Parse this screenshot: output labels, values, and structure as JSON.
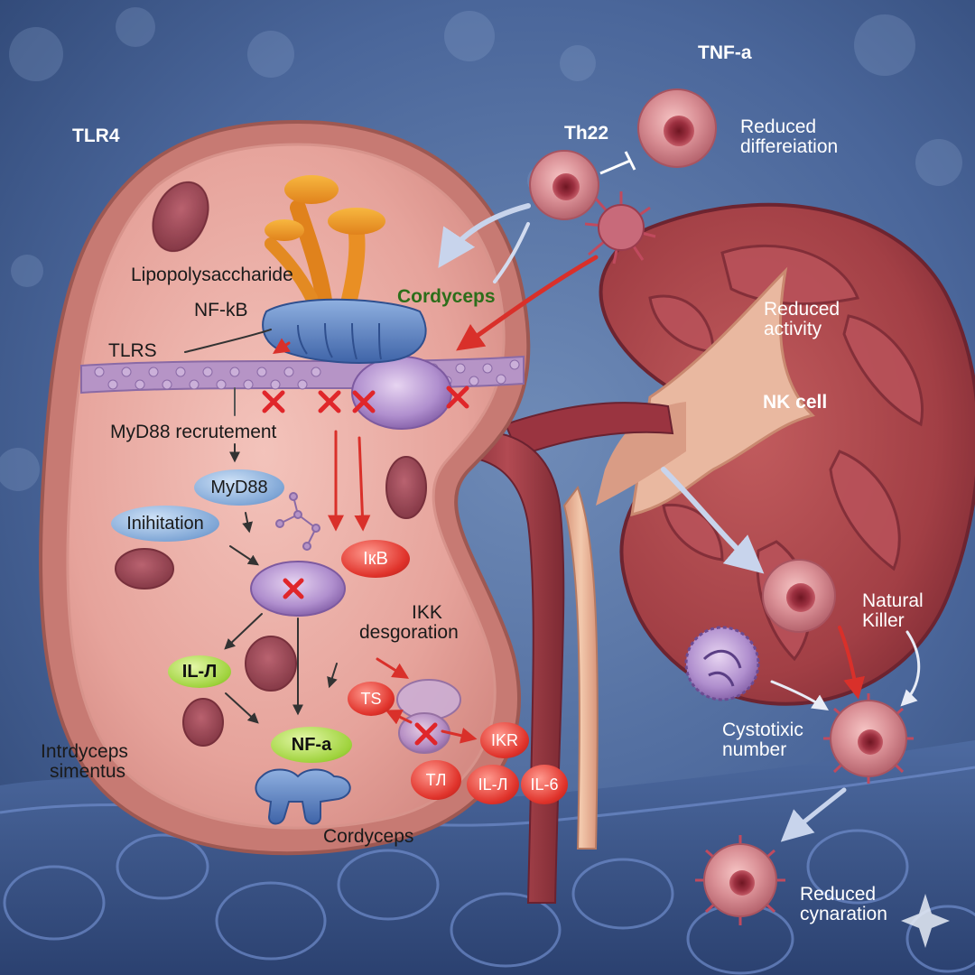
{
  "labels": {
    "tlr4": "TLR4",
    "tnf_a": "TNF-a",
    "th22": "Th22",
    "reduced_differeation": [
      "Reduced",
      "differeiation"
    ],
    "lipopolysaccharide": "Lipopolysaccharide",
    "nf_kb": "NF-kB",
    "cordyceps_top": "Cordyceps",
    "tlrs": "TLRS",
    "reduced_activity": [
      "Reduced",
      "activity"
    ],
    "nk_cell": "NK cell",
    "myd88_recruitment": "MyD88 recrutement",
    "ikk_desgoration": [
      "IKK",
      "desgoration"
    ],
    "natural_killer": [
      "Natural",
      "Killer"
    ],
    "cystotixic_number": [
      "Cystotixic",
      "number"
    ],
    "intrdyceps_simentus": [
      "Intrdyceps",
      "simentus"
    ],
    "cordyceps_bottom": "Cordyceps",
    "reduced_cynaration": [
      "Reduced",
      "cynaration"
    ]
  },
  "nodes": {
    "myd88": "MyD88",
    "inihitation": "Inihitation",
    "ikb": "IкB",
    "il_1": "IL-Л",
    "nf_a": "NF-a",
    "ts": "TS",
    "ikr": "IKR",
    "t1": "TЛ",
    "il_n": "IL-Л",
    "il_6": "IL-6"
  },
  "colors": {
    "background": "#3e5a87",
    "cell_membrane": "#c77a73",
    "cell_interior": "#e9aaa3",
    "kidney": "#a8454a",
    "inhibition_x": "#e0262a",
    "arrow_red": "#d9302a",
    "arrow_dark": "#333333",
    "node_blue": "#7fa6d6",
    "node_green": "#9ed23b",
    "node_red": "#e0332b"
  },
  "icons": [
    "cordyceps-mushroom-icon",
    "receptor-icon",
    "molecule-icon",
    "immune-cell-icon",
    "inhibition-x-icon",
    "sparkle-icon"
  ]
}
